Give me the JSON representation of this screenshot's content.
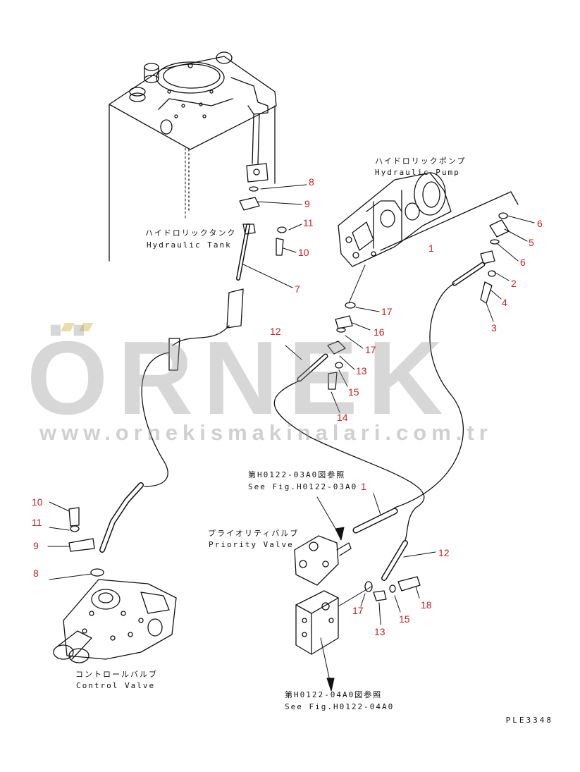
{
  "labels": {
    "tank_jp": "ハイドロリックタンク",
    "tank_en": "Hydraulic Tank",
    "pump_jp": "ハイドロリックポンプ",
    "pump_en": "Hydraulic Pump",
    "priority_jp": "プライオリティバルブ",
    "priority_en": "Priority Valve",
    "control_jp": "コントロールバルブ",
    "control_en": "Control Valve",
    "ref1_jp": "第H0122-03A0図参照",
    "ref1_en": "See Fig.H0122-03A0",
    "ref2_jp": "第H0122-04A0図参照",
    "ref2_en": "See Fig.H0122-04A0",
    "drawing_code": "PLE3348"
  },
  "watermark": {
    "brand": "ÖRNEK",
    "url": "www.ornekismakinalari.com.tr"
  },
  "part_numbers": [
    {
      "id": "pn-8-top",
      "text": "8"
    },
    {
      "id": "pn-9-top",
      "text": "9"
    },
    {
      "id": "pn-11-top",
      "text": "11"
    },
    {
      "id": "pn-10-top",
      "text": "10"
    },
    {
      "id": "pn-7",
      "text": "7"
    },
    {
      "id": "pn-6a",
      "text": "6"
    },
    {
      "id": "pn-5",
      "text": "5"
    },
    {
      "id": "pn-6b",
      "text": "6"
    },
    {
      "id": "pn-2",
      "text": "2"
    },
    {
      "id": "pn-4",
      "text": "4"
    },
    {
      "id": "pn-3",
      "text": "3"
    },
    {
      "id": "pn-1-top",
      "text": "1"
    },
    {
      "id": "pn-17a",
      "text": "17"
    },
    {
      "id": "pn-16",
      "text": "16"
    },
    {
      "id": "pn-17b",
      "text": "17"
    },
    {
      "id": "pn-12-top",
      "text": "12"
    },
    {
      "id": "pn-13-top",
      "text": "13"
    },
    {
      "id": "pn-15-top",
      "text": "15"
    },
    {
      "id": "pn-14",
      "text": "14"
    },
    {
      "id": "pn-1-mid",
      "text": "1"
    },
    {
      "id": "pn-12-bot",
      "text": "12"
    },
    {
      "id": "pn-10-bot",
      "text": "10"
    },
    {
      "id": "pn-11-bot",
      "text": "11"
    },
    {
      "id": "pn-9-bot",
      "text": "9"
    },
    {
      "id": "pn-8-bot",
      "text": "8"
    },
    {
      "id": "pn-17c",
      "text": "17"
    },
    {
      "id": "pn-13-bot",
      "text": "13"
    },
    {
      "id": "pn-15-bot",
      "text": "15"
    },
    {
      "id": "pn-18",
      "text": "18"
    }
  ],
  "colors": {
    "line": "#111111",
    "part_number": "#c62020",
    "watermark": "#969696"
  }
}
